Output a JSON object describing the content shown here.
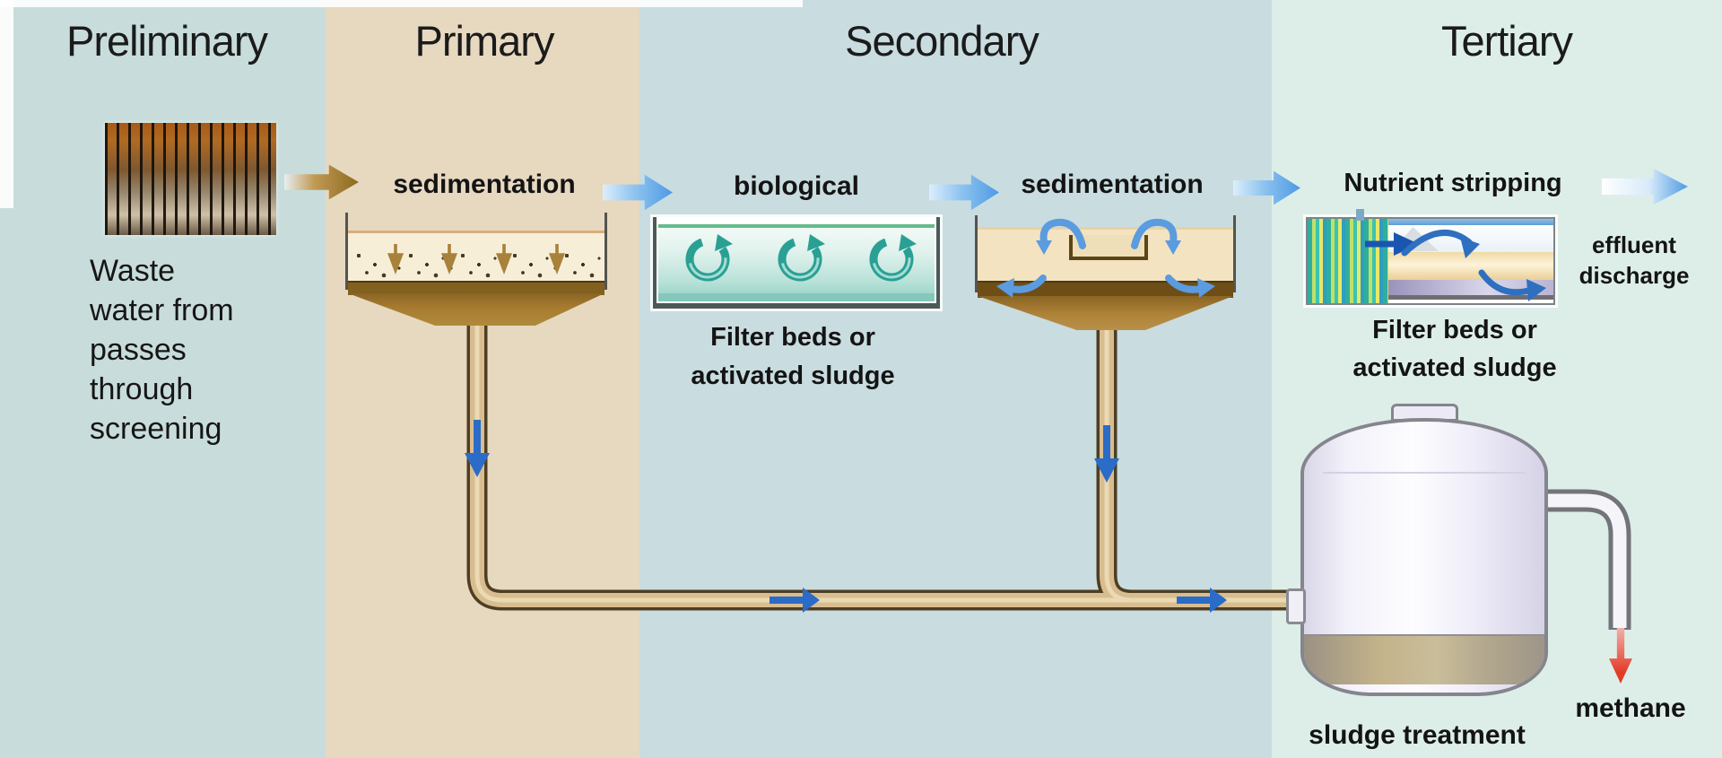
{
  "stages": {
    "preliminary": "Preliminary",
    "primary": "Primary",
    "secondary": "Secondary",
    "tertiary": "Tertiary"
  },
  "preliminary": {
    "caption_line1": "Waste",
    "caption_line2": "water from",
    "caption_line3": "passes",
    "caption_line4": "through",
    "caption_line5": "screening"
  },
  "primary": {
    "process_label": "sedimentation"
  },
  "secondary": {
    "process_label_biological": "biological",
    "filter_caption_line1": "Filter beds or",
    "filter_caption_line2": "activated sludge",
    "process_label_sedimentation": "sedimentation"
  },
  "tertiary": {
    "process_label": "Nutrient stripping",
    "filter_caption_line1": "Filter beds or",
    "filter_caption_line2": "activated sludge",
    "effluent_line1": "effluent",
    "effluent_line2": "discharge"
  },
  "sludge": {
    "tank_label": "sludge treatment",
    "methane_label": "methane"
  },
  "colors": {
    "band_preliminary": "#c8dddb",
    "band_primary": "#e7d8c0",
    "band_secondary": "#c9dce0",
    "band_tertiary": "#ddeee9",
    "flow_arrow_blue": "#4d9ae4",
    "flow_arrow_tan": "#8d6a1e",
    "pipe_fill": "#d8bd90",
    "recycle_arrow_teal": "#2aa094",
    "methane_arrow_red": "#e23c28",
    "text": "#161616"
  }
}
